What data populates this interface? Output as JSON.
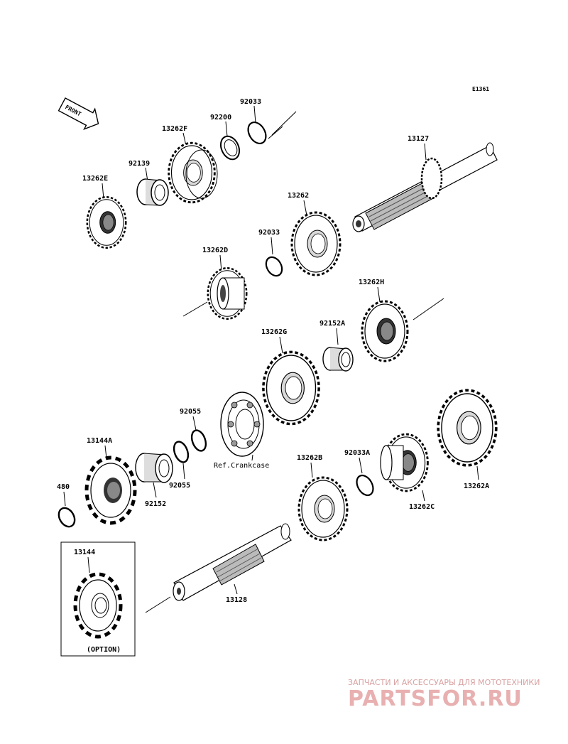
{
  "diagram": {
    "code": "E1361",
    "front_label": "FRONT",
    "ref_label": "Ref.Crankcase",
    "option_label": "(OPTION)"
  },
  "parts": {
    "p92033_top": "92033",
    "p92200": "92200",
    "p13262F": "13262F",
    "p92139": "92139",
    "p13262E": "13262E",
    "p13127": "13127",
    "p13262": "13262",
    "p92033_mid": "92033",
    "p13262D": "13262D",
    "p13262H": "13262H",
    "p92152A": "92152A",
    "p13262G": "13262G",
    "p92055_top": "92055",
    "p13144A": "13144A",
    "p92055_bot": "92055",
    "p480": "480",
    "p92152": "92152",
    "p13262B": "13262B",
    "p92033A": "92033A",
    "p13262C": "13262C",
    "p13262A": "13262A",
    "p13144": "13144",
    "p13128": "13128"
  },
  "watermark": {
    "caption": "ЗАПЧАСТИ И АКСЕССУАРЫ ДЛЯ МОТОТЕХНИКИ",
    "brand": "PARTSFOR.RU"
  }
}
